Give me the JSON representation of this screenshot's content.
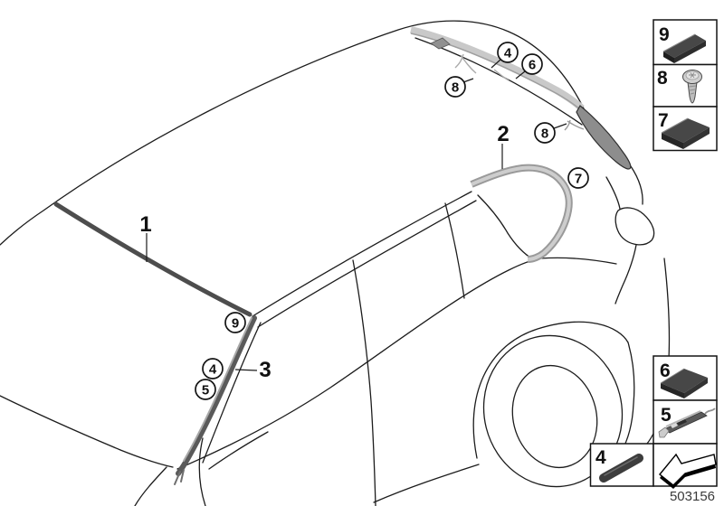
{
  "colors": {
    "line": "#1c1c1c",
    "trim_dark": "#4d4d4d",
    "trim_mid": "#9a9a9a",
    "trim_light": "#c9c9c9",
    "spoiler_cap": "#8d8d8d",
    "glyph_dark": "#3f3f3f",
    "background": "#ffffff"
  },
  "callouts": {
    "plain": [
      {
        "label": "1"
      },
      {
        "label": "2"
      },
      {
        "label": "3"
      }
    ],
    "circled": [
      {
        "label": "4"
      },
      {
        "label": "6"
      },
      {
        "label": "8"
      },
      {
        "label": "8"
      },
      {
        "label": "7"
      },
      {
        "label": "9"
      },
      {
        "label": "4"
      },
      {
        "label": "5"
      }
    ]
  },
  "legend": {
    "top_stack": [
      {
        "label": "9",
        "icon": "foam-block-bar"
      },
      {
        "label": "8",
        "icon": "torx-screw"
      },
      {
        "label": "7",
        "icon": "foam-pad"
      }
    ],
    "bottom_stack": [
      {
        "label": "6",
        "icon": "foam-pad"
      },
      {
        "label": "5",
        "icon": "metal-clip"
      }
    ],
    "bottom_row": [
      {
        "label": "4",
        "icon": "foam-strip"
      },
      {
        "label": "",
        "icon": "direction-arrow"
      }
    ]
  },
  "part_number": "503156"
}
